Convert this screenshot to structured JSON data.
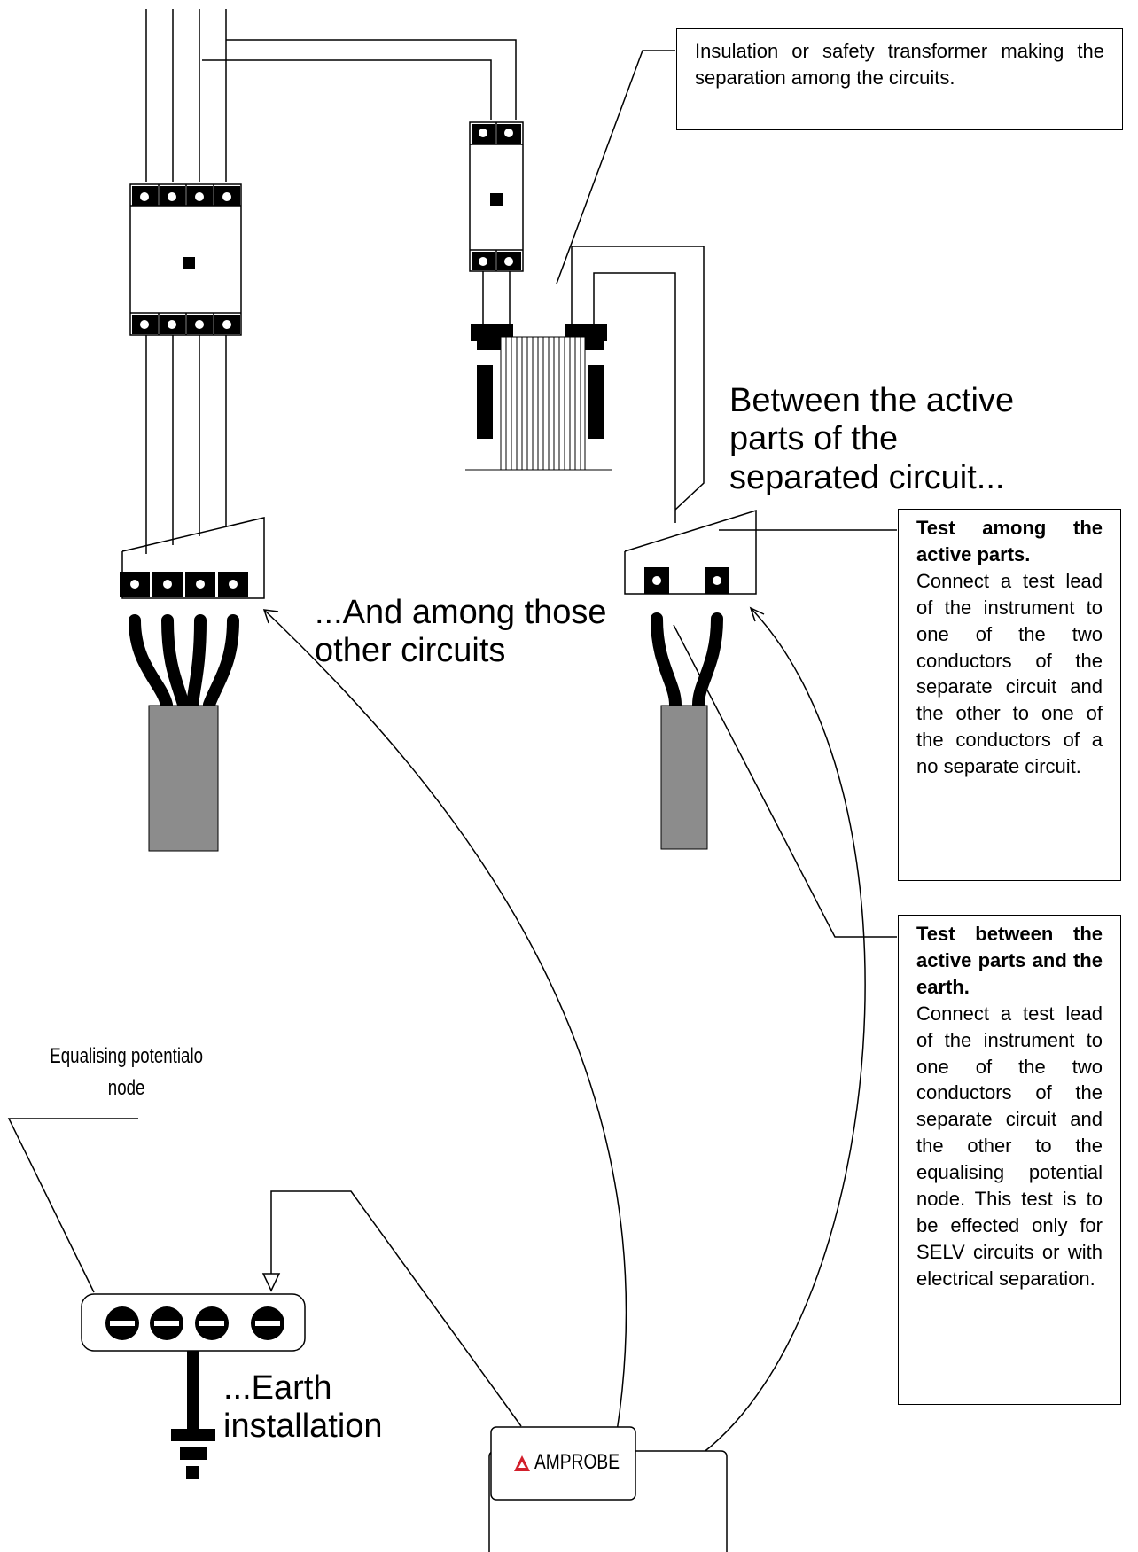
{
  "callouts": {
    "transformer": "Insulation or safety transformer making the separation among the circuits.",
    "between_active": "Between the active parts of the separated circuit...",
    "among_others": "...And among those other circuits",
    "earth_installation": "...Earth installation",
    "equalising_node": "Equalising potentialo node"
  },
  "notes": {
    "test_active": {
      "title": "Test among the active parts.",
      "body": "Connect a test lead of the instrument to one of the two conductors of the separate circuit and the other to one of the conductors of a no separate circuit."
    },
    "test_earth": {
      "title": "Test between the active parts and the earth.",
      "body": "Connect a test lead of the instrument to one of the two conductors of the separate circuit and the other to the equalising potential node. This test is to be effected only for SELV circuits or with electrical separation."
    }
  },
  "instrument": {
    "brand": "AMPROBE"
  },
  "colors": {
    "brand_red": "#d21f2b",
    "cable_gray": "#8c8c8c",
    "line": "#000000"
  }
}
